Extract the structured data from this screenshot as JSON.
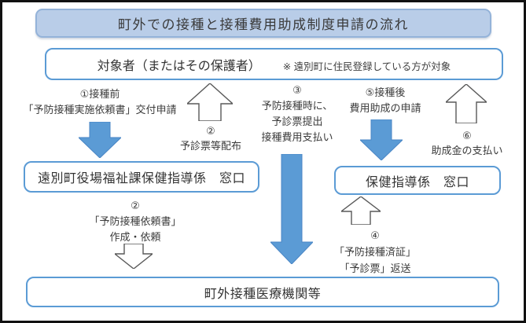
{
  "title": "町外での接種と接種費用助成制度申請の流れ",
  "subject": {
    "label": "対象者（またはその保護者）",
    "note": "※ 遠別町に住民登録している方が対象"
  },
  "annotations": {
    "step1": {
      "line1": "①接種前",
      "line2": "「予防接種実施依頼書」交付申請"
    },
    "step2_distribute": {
      "num": "②",
      "label": "予診票等配布"
    },
    "step3": {
      "num": "③",
      "line1": "予防接種時に、",
      "line2": "予診票提出",
      "line3": "接種費用支払い"
    },
    "step4": {
      "num": "④",
      "line1": "「予防接種済証」",
      "line2": "「予診票」返送"
    },
    "step5": {
      "line1": "⑤接種後",
      "line2": "費用助成の申請"
    },
    "step6": {
      "num": "⑥",
      "label": "助成金の支払い"
    },
    "step2_request": {
      "num": "②",
      "line1": "「予防接種依頼書」",
      "line2": "作成・依頼"
    }
  },
  "boxes": {
    "town_office": "遠別町役場福祉課保健指導係　窓口",
    "health_section": "保健指導係　窓口",
    "medical": "町外接種医療機関等"
  },
  "colors": {
    "title_fill": "#b9cde8",
    "box_border": "#5b9bd5",
    "arrow_blue": "#5b9bd5",
    "frame_border": "#111111"
  }
}
